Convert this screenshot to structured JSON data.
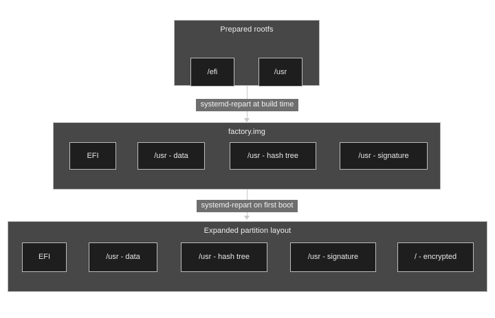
{
  "diagram": {
    "type": "flowchart",
    "direction": "top-down",
    "background_color": "#ffffff",
    "group_color": "#474747",
    "node_color": "#1e1e1e",
    "border_color": "#bdbdbd",
    "text_color": "#e6e6e6",
    "label_background_color": "#6e6e6e",
    "connector_color": "#c9c9c9",
    "groups": [
      {
        "id": "prepared-rootfs",
        "title": "Prepared rootfs",
        "nodes": [
          {
            "id": "efi-dir",
            "label": "/efi"
          },
          {
            "id": "usr-dir",
            "label": "/usr"
          }
        ]
      },
      {
        "id": "factory-img",
        "title": "factory.img",
        "nodes": [
          {
            "id": "factory-efi",
            "label": "EFI"
          },
          {
            "id": "factory-usr-data",
            "label": "/usr - data"
          },
          {
            "id": "factory-usr-hash-tree",
            "label": "/usr - hash tree"
          },
          {
            "id": "factory-usr-signature",
            "label": "/usr - signature"
          }
        ]
      },
      {
        "id": "expanded-partition-layout",
        "title": "Expanded partition layout",
        "nodes": [
          {
            "id": "expanded-efi",
            "label": "EFI"
          },
          {
            "id": "expanded-usr-data",
            "label": "/usr - data"
          },
          {
            "id": "expanded-usr-hash-tree",
            "label": "/usr - hash tree"
          },
          {
            "id": "expanded-usr-signature",
            "label": "/usr - signature"
          },
          {
            "id": "expanded-root-encrypted",
            "label": "/ - encrypted"
          }
        ]
      }
    ],
    "edges": [
      {
        "id": "edge-build-time",
        "from": "prepared-rootfs",
        "to": "factory-img",
        "label": "systemd-repart at build time"
      },
      {
        "id": "edge-first-boot",
        "from": "factory-img",
        "to": "expanded-partition-layout",
        "label": "systemd-repart on first boot"
      }
    ]
  }
}
